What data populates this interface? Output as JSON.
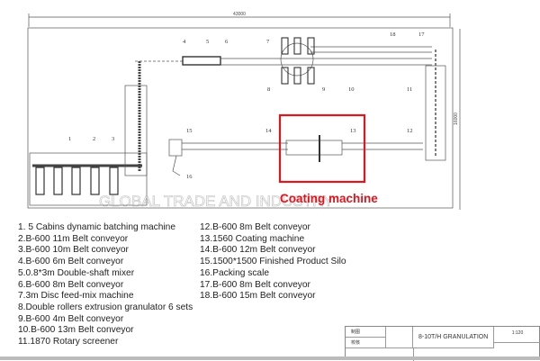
{
  "drawing": {
    "width_dimension": "43000",
    "height_dimension": "16000",
    "callouts": [
      "1",
      "2",
      "3",
      "4",
      "5",
      "6",
      "7",
      "8",
      "9",
      "10",
      "11",
      "12",
      "13",
      "14",
      "15",
      "16",
      "17",
      "18"
    ],
    "highlight_label": "Coating machine",
    "highlight_color": "#e0161e",
    "watermark": "GLOBAL TRADE AND INDUSTRY"
  },
  "legend": {
    "left": [
      "1. 5 Cabins dynamic batching machine",
      "2.B-600 11m Belt conveyor",
      "3.B-600 10m Belt conveyor",
      "4.B-600 6m Belt conveyor",
      "5.0.8*3m Double-shaft mixer",
      "6.B-600 8m Belt conveyor",
      "7.3m Disc feed-mix machine",
      "8.Double rollers extrusion granulator 6 sets",
      "9.B-600 4m Belt conveyor",
      "10.B-600 13m Belt conveyor",
      "11.1870 Rotary screener"
    ],
    "right": [
      "12.B-600 8m Belt conveyor",
      "13.1560 Coating machine",
      "14.B-600 12m Belt conveyor",
      "15.1500*1500 Finished Product Silo",
      "16.Packing scale",
      "17.B-600 8m Belt conveyor",
      "18.B-600 15m Belt conveyor"
    ]
  },
  "title_block": {
    "drawn_by_label": "制图",
    "checked_by_label": "校核",
    "title": "8-10T/H  GRANULATION",
    "scale": "1:120"
  }
}
